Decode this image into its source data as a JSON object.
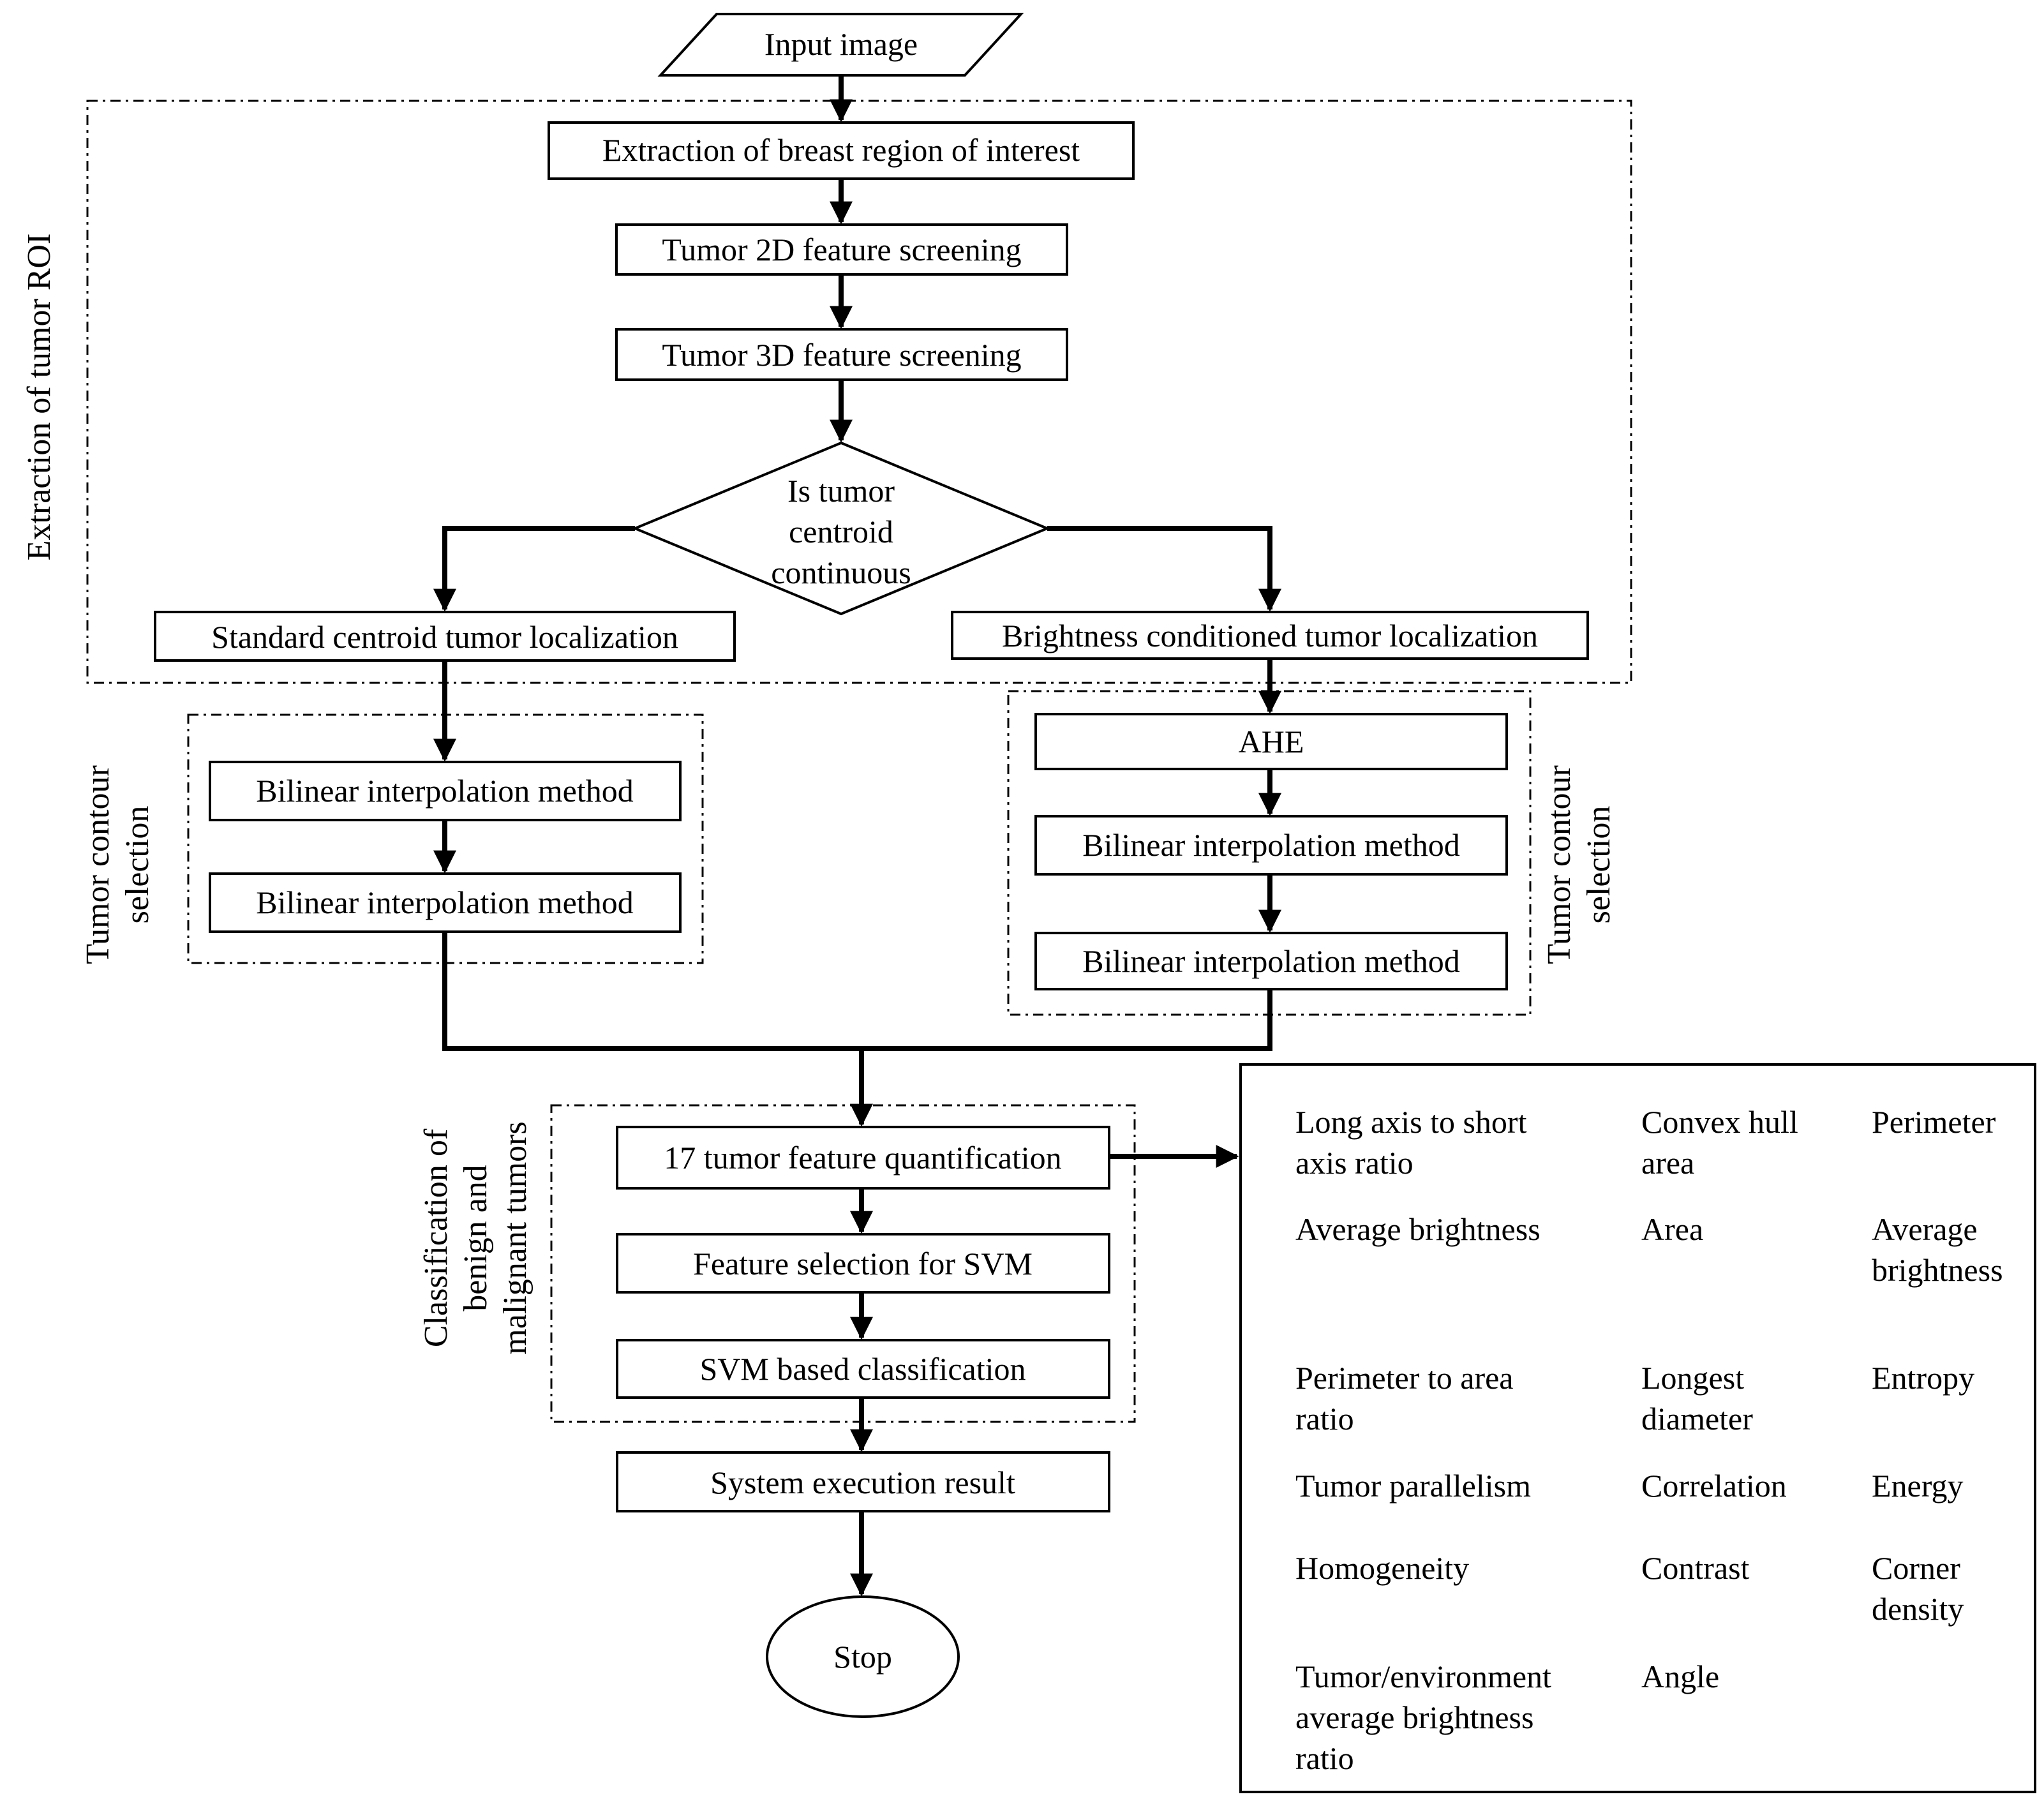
{
  "nodes": {
    "input": "Input image",
    "extract_breast": "Extraction of breast region of interest",
    "screen_2d": "Tumor 2D feature screening",
    "screen_3d": "Tumor 3D feature screening",
    "decision": [
      "Is tumor",
      "centroid",
      "continuous"
    ],
    "standard_loc": "Standard centroid tumor localization",
    "brightness_loc": "Brightness conditioned tumor localization",
    "left_bilinear_1": "Bilinear interpolation method",
    "left_bilinear_2": "Bilinear interpolation method",
    "ahe": "AHE",
    "right_bilinear_1": "Bilinear interpolation method",
    "right_bilinear_2": "Bilinear interpolation method",
    "quantification": "17 tumor feature quantification",
    "feature_selection": "Feature selection for SVM",
    "svm_classification": "SVM based classification",
    "system_result": "System execution result",
    "stop": "Stop"
  },
  "groups": {
    "roi": "Extraction of tumor ROI",
    "contour_left": [
      "Tumor contour",
      "selection"
    ],
    "contour_right": [
      "Tumor contour",
      "selection"
    ],
    "classification": [
      "Classification of",
      "benign and",
      "malignant tumors"
    ]
  },
  "features": [
    [
      "Long axis to short",
      "axis ratio"
    ],
    [
      "Convex hull",
      "area"
    ],
    [
      "Perimeter"
    ],
    [
      "Average brightness"
    ],
    [
      "Area"
    ],
    [
      "Average",
      "brightness"
    ],
    [
      "Perimeter to area",
      "ratio"
    ],
    [
      "Longest",
      "diameter"
    ],
    [
      "Entropy"
    ],
    [
      "Tumor parallelism"
    ],
    [
      "Correlation"
    ],
    [
      "Energy"
    ],
    [
      "Homogeneity"
    ],
    [
      "Contrast"
    ],
    [
      "Corner",
      "density"
    ],
    [
      "Tumor/environment",
      "average brightness",
      "ratio"
    ],
    [
      "Angle"
    ]
  ]
}
